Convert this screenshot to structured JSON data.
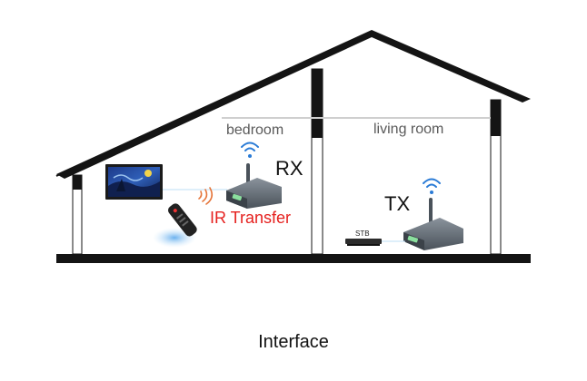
{
  "rooms": {
    "left_label": "bedroom",
    "right_label": "living room"
  },
  "devices": {
    "receiver_label": "RX",
    "transmitter_label": "TX",
    "stb_label": "STB",
    "ir_label": "IR Transfer"
  },
  "caption": "Interface",
  "colors": {
    "house_outline": "#141414",
    "wall_fill": "#ffffff",
    "floor": "#141414",
    "ir_text": "#e5201e",
    "wifi": "#2a7bd6",
    "device_body": "#5d6670",
    "ir_glow": "#7fc0f0"
  },
  "icons": [
    "tv-icon",
    "remote-icon",
    "receiver-icon",
    "transmitter-icon",
    "set-top-box-icon",
    "wifi-icon"
  ]
}
